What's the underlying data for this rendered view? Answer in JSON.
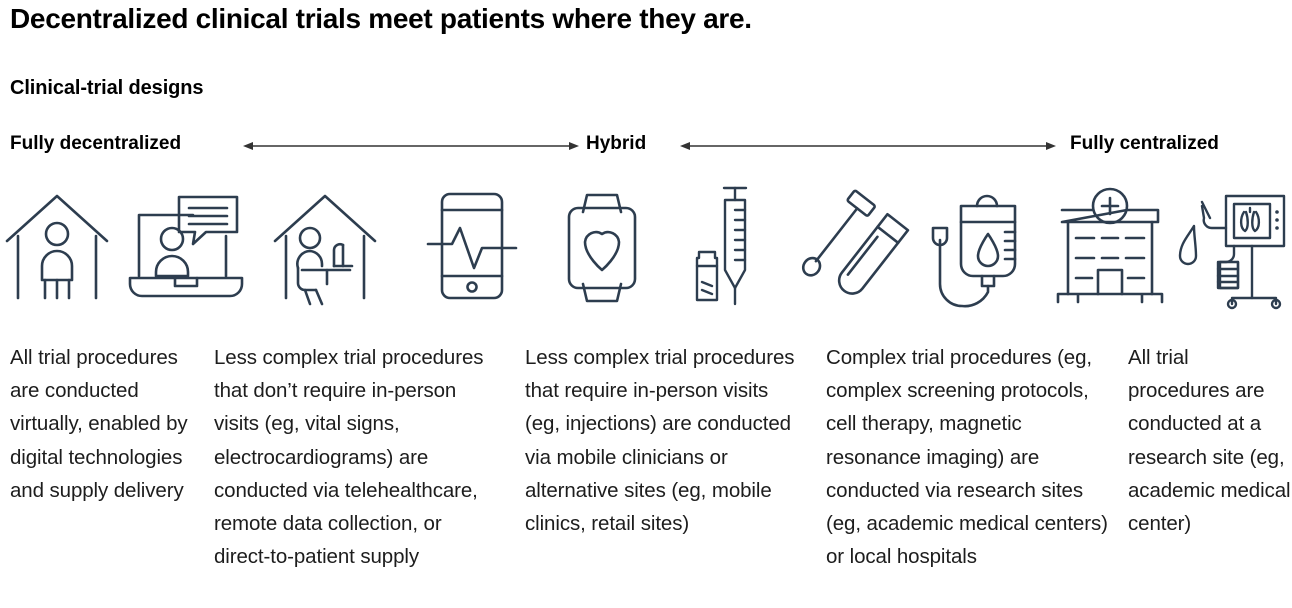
{
  "header": {
    "title": "Decentralized clinical trials meet patients where they are.",
    "subtitle": "Clinical-trial designs"
  },
  "spectrum": {
    "left_label": "Fully decentralized",
    "middle_label": "Hybrid",
    "right_label": "Fully centralized",
    "arrows": [
      {
        "name": "arrow-decentralized-to-hybrid",
        "style": "double-headed"
      },
      {
        "name": "arrow-hybrid-to-centralized",
        "style": "double-headed"
      }
    ]
  },
  "icons": [
    {
      "name": "house-with-person-icon",
      "label": "Patient at home"
    },
    {
      "name": "laptop-telehealth-icon",
      "label": "Telehealth video visit"
    },
    {
      "name": "house-with-desk-person-icon",
      "label": "Remote data collection at home"
    },
    {
      "name": "smartphone-ecg-icon",
      "label": "Mobile electrocardiogram"
    },
    {
      "name": "smartwatch-heart-icon",
      "label": "Wearable heart monitoring"
    },
    {
      "name": "syringe-and-vial-icon",
      "label": "Injection supplies"
    },
    {
      "name": "swab-and-test-tube-icon",
      "label": "Specimen collection"
    },
    {
      "name": "iv-drip-bag-icon",
      "label": "Infusion therapy"
    },
    {
      "name": "hospital-building-icon",
      "label": "Hospital"
    },
    {
      "name": "medical-imaging-cart-icon",
      "label": "Medical imaging equipment"
    }
  ],
  "columns": [
    {
      "id": "fully-decentralized",
      "text": "All trial procedures are conducted virtually, enabled by digital technologies and supply delivery"
    },
    {
      "id": "less-complex-remote",
      "text": "Less complex trial procedures that don’t require in-person visits (eg, vital signs, electrocardiograms) are conducted via telehealthcare, remote data collection, or direct-to-patient supply"
    },
    {
      "id": "less-complex-in-person",
      "text": "Less complex trial procedures that require in-person visits (eg, injections) are conducted via mobile clinicians or alternative sites (eg, mobile clinics, retail sites)"
    },
    {
      "id": "complex-research-sites",
      "text": "Complex trial procedures (eg, complex screening protocols, cell therapy, magnetic resonance imaging) are conducted via research sites (eg, academic medical centers) or local hospitals"
    },
    {
      "id": "fully-centralized",
      "text": "All trial procedures are conducted at a research site (eg, academic medical center)"
    }
  ],
  "colors": {
    "background": "#ffffff",
    "text": "#1a1a1a",
    "heading": "#000000",
    "icon_stroke": "#2d3d4f",
    "arrow_stroke": "#333333"
  }
}
